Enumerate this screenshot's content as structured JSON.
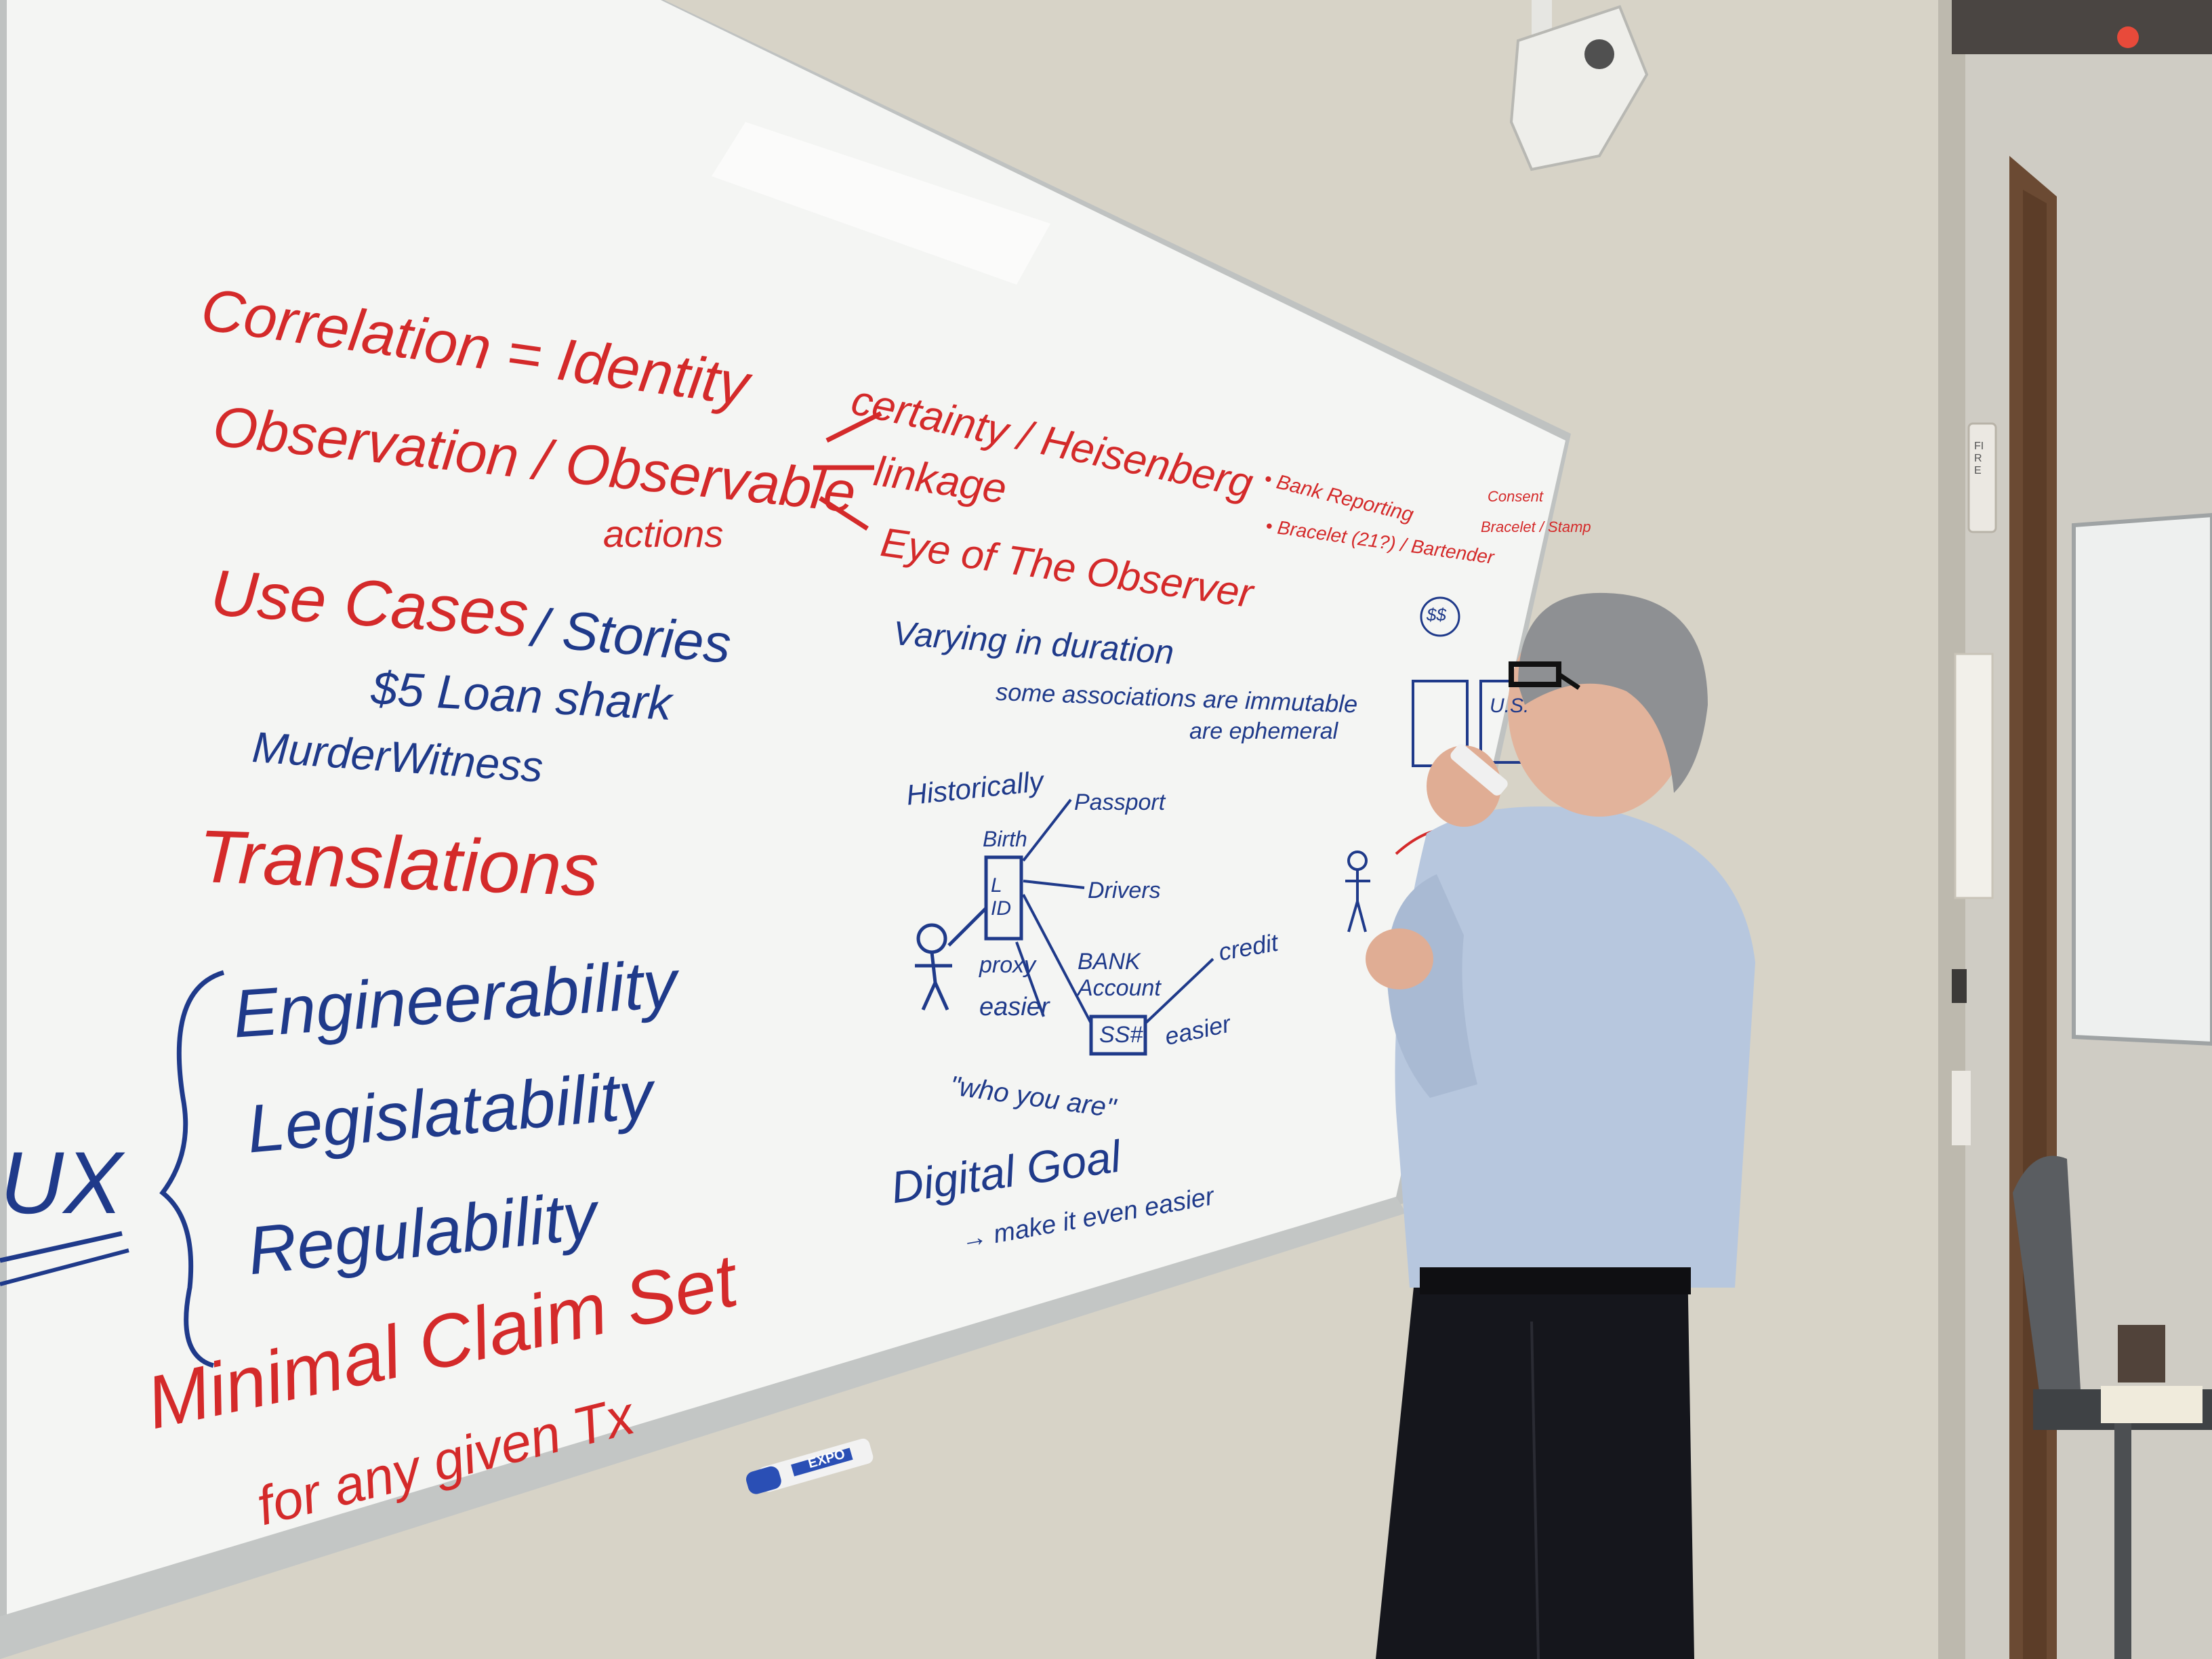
{
  "colors": {
    "wall": "#d8d3c6",
    "wall_right": "#cfcbc1",
    "board": "#f4f5f3",
    "board_frame": "#b9bcbc",
    "ink_red": "#d42a2a",
    "ink_blue": "#1f3a8a",
    "shirt": "#b9c9df",
    "pants": "#15161c",
    "hair": "#8d8f92",
    "skin": "#e4b39a"
  },
  "whiteboard": {
    "red_notes": {
      "line1": "Correlation = Identity",
      "line2": "Observation / Observable",
      "line2b": "actions",
      "line3a": "Use Cases",
      "line3b": "/ Stories",
      "translations": "Translations",
      "minimal": "Minimal Claim Set",
      "minimal_b": "for any given Tx",
      "certainty": "certainty / Heisenberg",
      "linkage": "linkage",
      "eye": "Eye of The Observer",
      "bank_reporting": "• Bank Reporting",
      "bracelet": "• Bracelet (21?) / Bartender",
      "consent": "Consent",
      "bracelet_stamp": "Bracelet / Stamp",
      "credit": "credit"
    },
    "blue_notes": {
      "loan": "$5 Loan shark",
      "murder": "MurderWitness",
      "engineer": "Engineerability",
      "legislat": "Legislatability",
      "regul": "Regulability",
      "ux": "UX",
      "varying": "Varying in duration",
      "some": "some associations are immutable",
      "ephemeral": "are ephemeral",
      "historically": "Historically",
      "birth": "Birth",
      "passport": "Passport",
      "drivers": "Drivers",
      "bank_account": "BANK Account",
      "proxy": "proxy",
      "easier1": "easier",
      "easier2": "easier",
      "ssn": "SS#",
      "id_box": "L ID",
      "who": "\"who you are\"",
      "digital": "Digital Goal",
      "make": "→ make it even easier",
      "dollar": "$$",
      "us": "U.S."
    },
    "marker_label": "EXPO"
  },
  "wall_sign": {
    "fire": "FIRE"
  }
}
